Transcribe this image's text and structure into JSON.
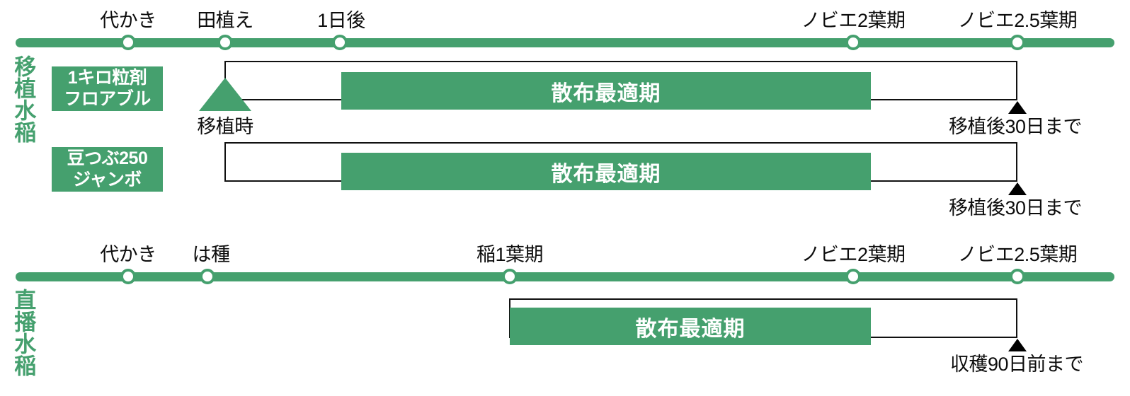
{
  "colors": {
    "green": "#45A06E",
    "ink": "#0d0d0d",
    "white": "#ffffff"
  },
  "sections": [
    {
      "vertical_label": "移植水稲",
      "timeline": {
        "nodes": [
          {
            "label": "代かき"
          },
          {
            "label": "田植え"
          },
          {
            "label": "1日後"
          },
          {
            "label": "ノビエ2葉期"
          },
          {
            "label": "ノビエ2.5葉期"
          }
        ]
      },
      "rows": [
        {
          "product_line1": "1キロ粒剤",
          "product_line2": "フロアブル",
          "bar_text": "散布最適期",
          "start_marker_label": "移植時",
          "end_marker_label": "移植後30日まで"
        },
        {
          "product_line1": "豆つぶ250",
          "product_line2": "ジャンボ",
          "bar_text": "散布最適期",
          "start_marker_label": "",
          "end_marker_label": "移植後30日まで"
        }
      ]
    },
    {
      "vertical_label": "直播水稲",
      "timeline": {
        "nodes": [
          {
            "label": "代かき"
          },
          {
            "label": "は種"
          },
          {
            "label": "稲1葉期"
          },
          {
            "label": "ノビエ2葉期"
          },
          {
            "label": "ノビエ2.5葉期"
          }
        ]
      },
      "rows": [
        {
          "product_line1": "",
          "product_line2": "",
          "bar_text": "散布最適期",
          "start_marker_label": "",
          "end_marker_label": "収穫90日前まで"
        }
      ]
    }
  ]
}
